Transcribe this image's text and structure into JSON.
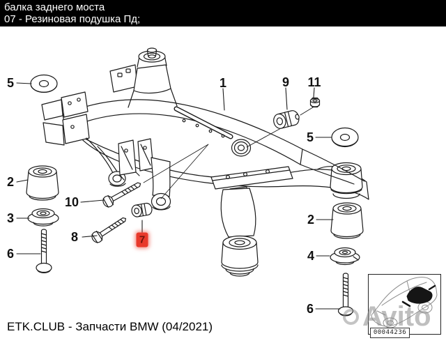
{
  "header": {
    "title": "балка заднего моста",
    "subtitle": "07 - Резиновая подушка Пд;",
    "bg_color": "#000000",
    "text_color": "#ffffff"
  },
  "diagram": {
    "type": "exploded-parts-diagram",
    "subject": "rear axle carrier with parts callouts",
    "selected_callout": "7",
    "highlight_color": "#e8392b",
    "callouts": [
      {
        "id": "5-left",
        "label": "5"
      },
      {
        "id": "2-left",
        "label": "2"
      },
      {
        "id": "3-left",
        "label": "3"
      },
      {
        "id": "6-left",
        "label": "6"
      },
      {
        "id": "10",
        "label": "10"
      },
      {
        "id": "8",
        "label": "8"
      },
      {
        "id": "7",
        "label": "7",
        "highlighted": true
      },
      {
        "id": "1",
        "label": "1"
      },
      {
        "id": "9",
        "label": "9"
      },
      {
        "id": "11",
        "label": "11"
      },
      {
        "id": "5-right",
        "label": "5"
      },
      {
        "id": "2-right",
        "label": "2"
      },
      {
        "id": "4-right",
        "label": "4"
      },
      {
        "id": "6-right",
        "label": "6"
      }
    ]
  },
  "thumbnail": {
    "image_code": "00044236"
  },
  "watermark": {
    "text": "Avito"
  },
  "footer": {
    "text": "ETK.CLUB - Запчасти BMW (04/2021)"
  }
}
